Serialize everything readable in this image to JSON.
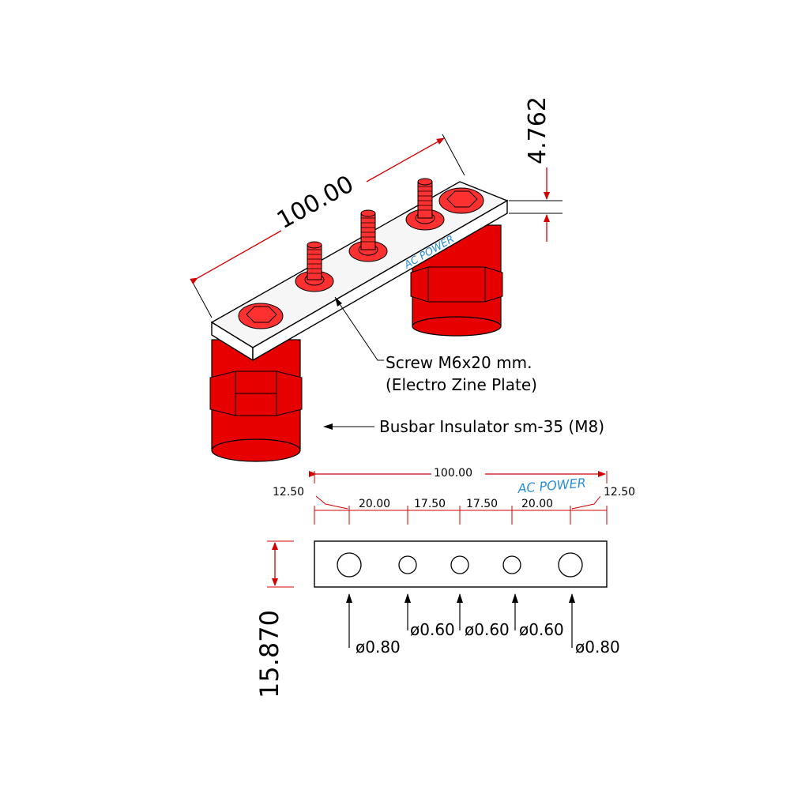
{
  "iso_view": {
    "length_dim": "100.00",
    "thickness_dim": "4.762",
    "brand_label": "AC POWER",
    "screw_callout_line1": "Screw M6x20 mm.",
    "screw_callout_line2": "(Electro Zine Plate)",
    "insulator_callout": "Busbar Insulator sm-35 (M8)"
  },
  "plan_view": {
    "overall_length": "100.00",
    "brand_label": "AC POWER",
    "edge_left": "12.50",
    "edge_right": "12.50",
    "spacings": [
      "20.00",
      "17.50",
      "17.50",
      "20.00"
    ],
    "height_dim": "15.870",
    "holes": [
      "ø0.80",
      "ø0.60",
      "ø0.60",
      "ø0.60",
      "ø0.80"
    ]
  },
  "colors": {
    "insulator_red": "#e60000",
    "bolt_red": "#ff2a2a",
    "dimension_red": "#d40000",
    "brand_blue": "#2b8fd6"
  }
}
